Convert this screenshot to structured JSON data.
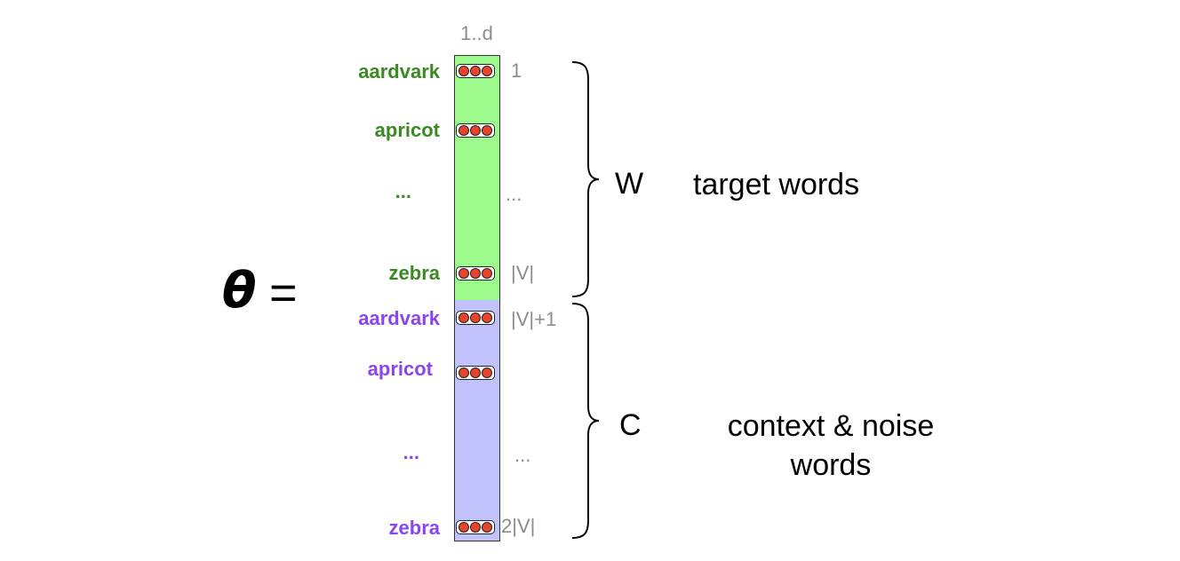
{
  "equation": {
    "lhs": "θ",
    "operator": "="
  },
  "column_header": "1..d",
  "colors": {
    "target_fill": "#9dfa8c",
    "context_fill": "#c1c1fb",
    "target_word": "#3a8a22",
    "context_word": "#8b45ef",
    "index_text": "#8c8c8c",
    "vector_dot": "#e8432c"
  },
  "target_block": {
    "symbol": "W",
    "label": "target words",
    "rows": [
      {
        "word": "aardvark",
        "index": "1",
        "has_vector": true
      },
      {
        "word": "apricot",
        "index": "",
        "has_vector": true
      },
      {
        "word": "...",
        "index": "...",
        "has_vector": false
      },
      {
        "word": "zebra",
        "index": "|V|",
        "has_vector": true
      }
    ]
  },
  "context_block": {
    "symbol": "C",
    "label_line1": "context & noise",
    "label_line2": "words",
    "rows": [
      {
        "word": "aardvark",
        "index": "|V|+1",
        "has_vector": true
      },
      {
        "word": "apricot",
        "index": "",
        "has_vector": true
      },
      {
        "word": "...",
        "index": "...",
        "has_vector": false
      },
      {
        "word": "zebra",
        "index": "2|V|",
        "has_vector": true
      }
    ]
  }
}
